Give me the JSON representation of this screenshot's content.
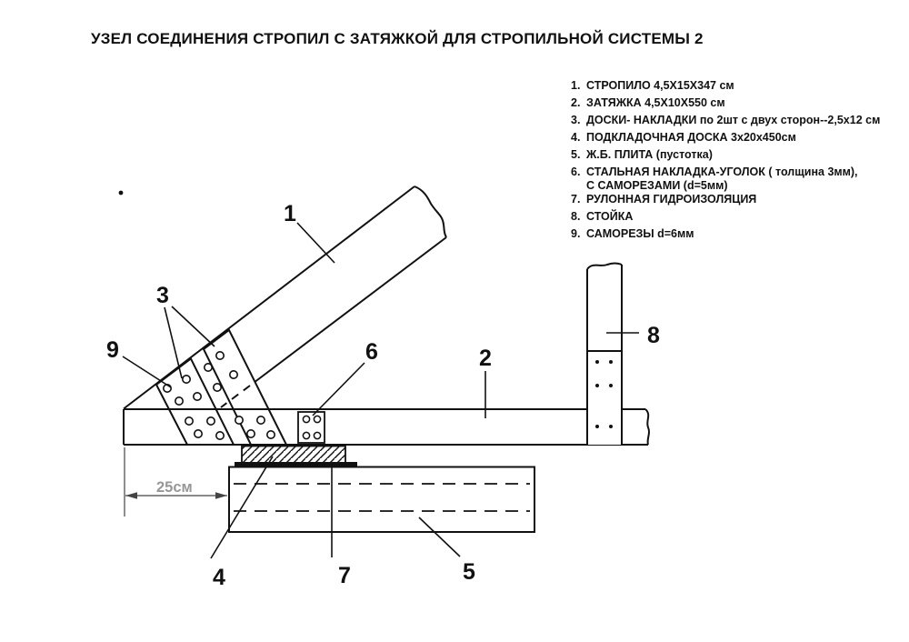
{
  "title": "УЗЕЛ СОЕДИНЕНИЯ СТРОПИЛ С ЗАТЯЖКОЙ ДЛЯ СТРОПИЛЬНОЙ СИСТЕМЫ 2",
  "legend": {
    "items": [
      {
        "num": "1.",
        "text": "СТРОПИЛО 4,5Х15Х347 см"
      },
      {
        "num": "2.",
        "text": "ЗАТЯЖКА 4,5Х10Х550 см"
      },
      {
        "num": "3.",
        "text": "ДОСКИ- НАКЛАДКИ по 2шт с двух сторон--2,5х12 см"
      },
      {
        "num": "4.",
        "text": "ПОДКЛАДОЧНАЯ ДОСКА 3х20х450см"
      },
      {
        "num": "5.",
        "text": "Ж.Б. ПЛИТА (пустотка)"
      },
      {
        "num": "6.",
        "text": "СТАЛЬНАЯ НАКЛАДКА-УГОЛОК ( толщина 3мм),"
      },
      {
        "num": "",
        "text": "С САМОРЕЗАМИ (d=5мм)"
      },
      {
        "num": "7.",
        "text": "РУЛОННАЯ ГИДРОИЗОЛЯЦИЯ"
      },
      {
        "num": "8.",
        "text": "СТОЙКА"
      },
      {
        "num": "9.",
        "text": "САМОРЕЗЫ d=6мм"
      }
    ]
  },
  "diagram": {
    "callouts": {
      "c1": "1",
      "c2": "2",
      "c3": "3",
      "c4": "4",
      "c5": "5",
      "c6": "6",
      "c7": "7",
      "c8": "8",
      "c9": "9"
    },
    "dimension_label": "25см"
  },
  "colors": {
    "line": "#111111",
    "dimension_text": "#979797",
    "background": "#ffffff"
  }
}
